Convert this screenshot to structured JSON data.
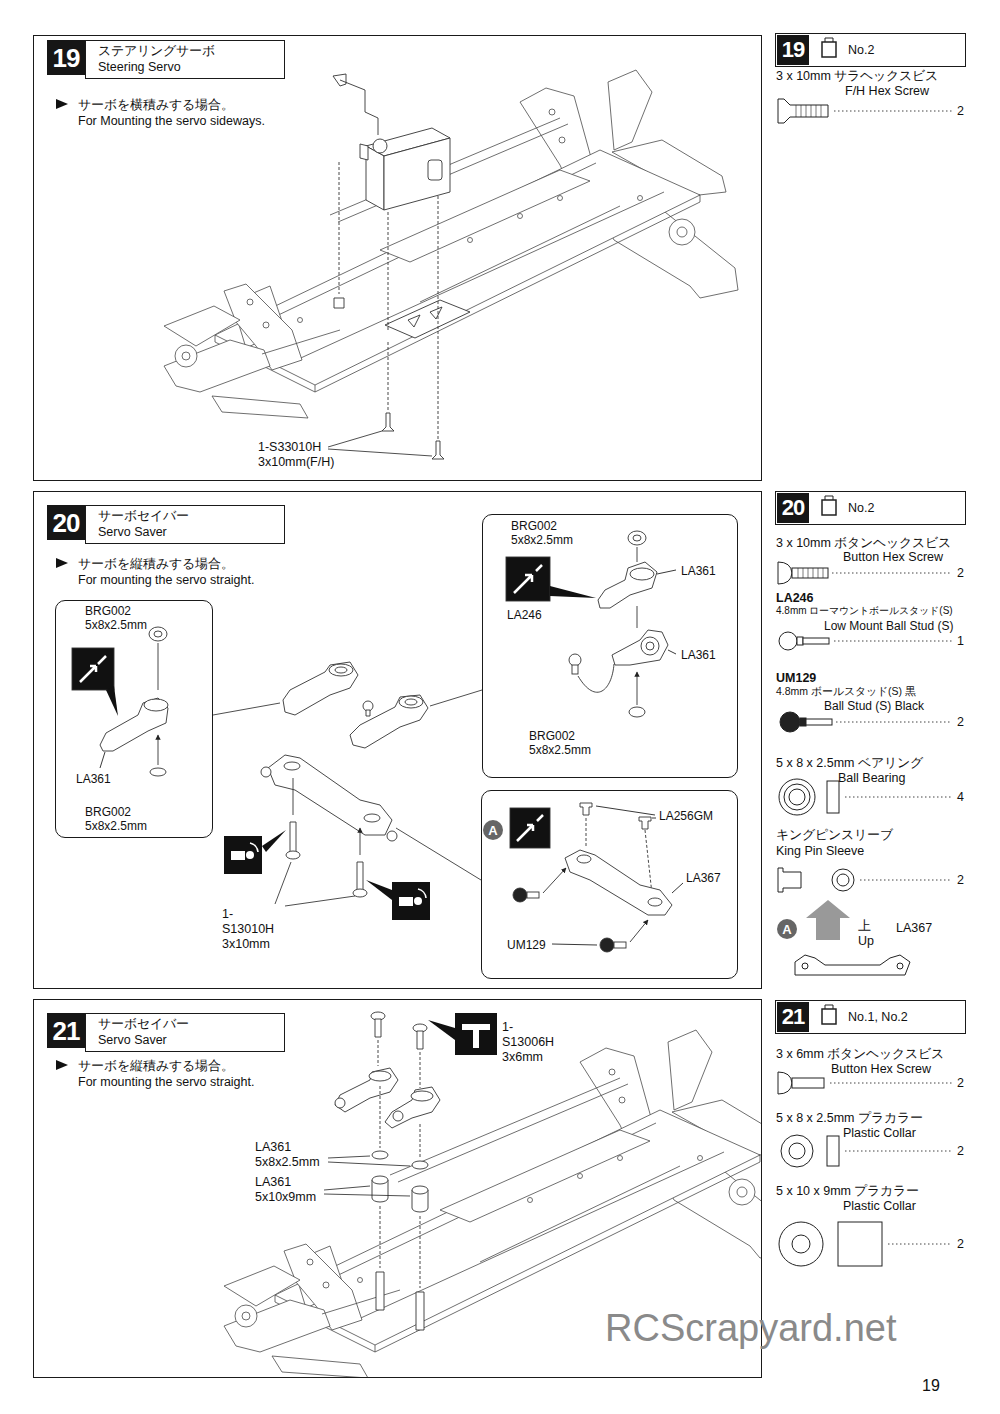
{
  "diagram": {
    "nodes": [
      {
        "text": [
          "サーボを横積みする場合。",
          "For Mounting the servo sideways."
        ]
      },
      {
        "text": [
          "19"
        ],
        "in": 0
      },
      {
        "text": [
          "ステアリングサーボ",
          "Steering Servo"
        ],
        "in": 0
      },
      {
        "text": [
          "No.2"
        ]
      },
      {
        "text": [
          "19"
        ],
        "in": 3
      },
      {
        "text": [
          "サーボを縦積みする場合。",
          "For mounting the servo straight."
        ]
      },
      {
        "text": [
          "20"
        ],
        "in": 5
      },
      {
        "text": [
          "サーボセイバー",
          "Servo Saver"
        ],
        "in": 5
      },
      {
        "text": [
          "BRG002 5x8x2.5mm",
          "LA361",
          "BRG002 5x8x2.5mm"
        ],
        "in": 5
      },
      {
        "text": [
          "BRG002 5x8x2.5mm",
          "LA361",
          "LA246",
          "LA361",
          "BRG002 5x8x2.5mm"
        ],
        "in": 5
      },
      {
        "text": [
          "LA256GM",
          "LA367",
          "UM129"
        ],
        "in": 5
      },
      {
        "text": [
          "A"
        ],
        "in": 10
      },
      {
        "text": [
          "No.2"
        ]
      },
      {
        "text": [
          "20"
        ],
        "in": 12
      },
      {
        "text": [
          "A"
        ]
      },
      {
        "text": [
          "サーボを縦積みする場合。",
          "For mounting the servo straight."
        ]
      },
      {
        "text": [
          "21"
        ],
        "in": 15
      },
      {
        "text": [
          "サーボセイバー",
          "Servo Saver"
        ],
        "in": 15
      },
      {
        "text": [
          "No.1, No.2"
        ]
      },
      {
        "text": [
          "21"
        ],
        "in": 18
      }
    ],
    "labels": [
      "1-S33010H 3x10mm(F/H)",
      "3 x 10mm サラヘックスビス",
      "F/H Hex Screw",
      "2",
      "1-S13010H 3x10mm",
      "3 x 10mm ボタンヘックスビス",
      "Button Hex Screw",
      "2",
      "LA246",
      "4.8mm ローマウントボールスタッド(S)",
      "Low Mount Ball Stud (S)",
      "1",
      "UM129",
      "4.8mm ボールスタッド(S) 黒",
      "Ball Stud (S) Black",
      "2",
      "5 x 8 x 2.5mm ベアリング",
      "Ball Bearing",
      "4",
      "キングピンスリーブ",
      "King Pin Sleeve",
      "2",
      "上 Up",
      "LA367",
      "1-S13006H 3x6mm",
      "LA361 5x8x2.5mm",
      "LA361 5x10x9mm",
      "3 x 6mm ボタンヘックスビス",
      "Button Hex Screw",
      "2",
      "5 x 8 x 2.5mm プラカラー",
      "Plastic Collar",
      "2",
      "5 x 10 x 9mm プラカラー",
      "Plastic Collar",
      "2",
      "RCScrapyard.net",
      "19"
    ]
  }
}
